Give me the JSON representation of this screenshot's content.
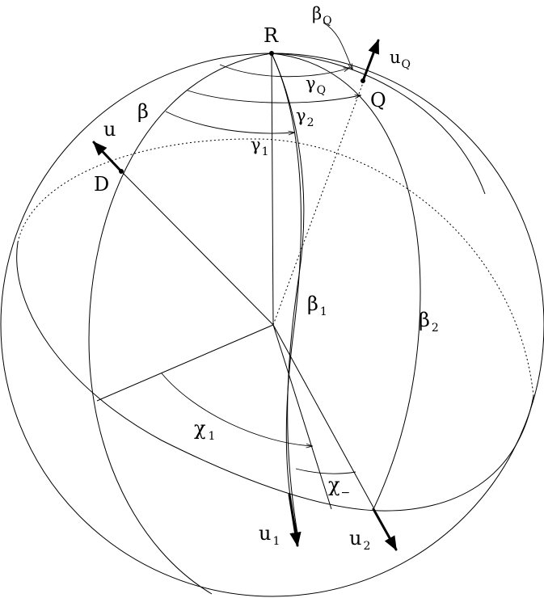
{
  "labels": {
    "R": "R",
    "beta_Q": "β",
    "beta_Q_sub": "Q",
    "u_Q": "u",
    "u_Q_sub": "Q",
    "gamma_Q": "γ",
    "gamma_Q_sub": "Q",
    "Q": "Q",
    "u": "u",
    "beta": "β",
    "gamma_2": "γ",
    "gamma_2_sub": "2",
    "gamma_1": "γ",
    "gamma_1_sub": "1",
    "D": "D",
    "beta_1": "β",
    "beta_1_sub": "1",
    "beta_2": "β",
    "beta_2_sub": "2",
    "chi_1": "χ",
    "chi_1_sub": "1",
    "chi_minus": "χ",
    "chi_minus_sub": "−",
    "u_1": "u",
    "u_1_sub": "1",
    "u_2": "u",
    "u_2_sub": "2"
  }
}
